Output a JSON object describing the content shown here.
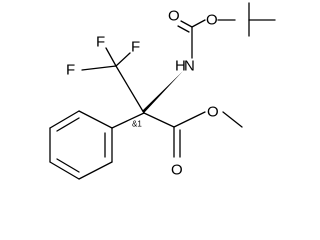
{
  "molecule": {
    "atoms": {
      "O_carbonyl_boc": "O",
      "O_ester_boc": "O",
      "N_amide": "N",
      "H_amide": "H",
      "F_top_left": "F",
      "F_top_right": "F",
      "F_left": "F",
      "O_carbonyl_ester": "O",
      "O_methoxy": "O"
    },
    "stereo_label": "&1"
  },
  "colors": {
    "bonds": "#000000",
    "labels": "#000000",
    "background": "#ffffff"
  }
}
